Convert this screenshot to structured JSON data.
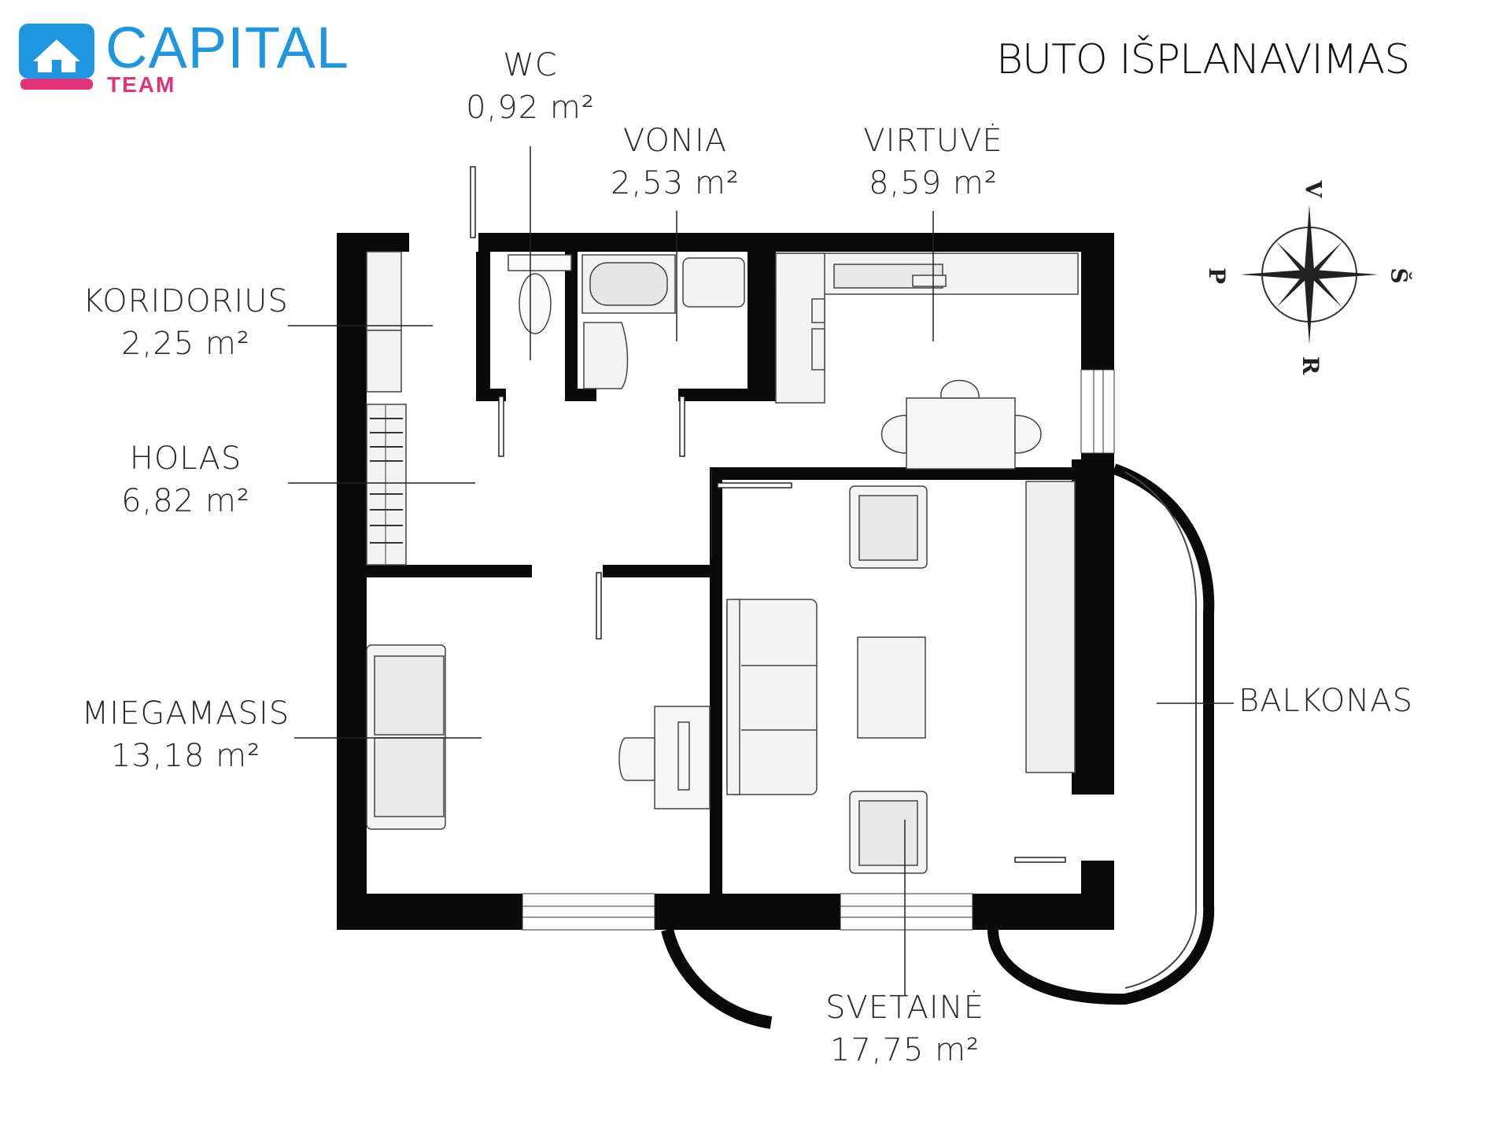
{
  "logo": {
    "name": "CAPITAL",
    "sub": "TEAM",
    "colors": {
      "blue": "#1e97e0",
      "pink": "#e2337a"
    }
  },
  "title": "BUTO IŠPLANAVIMAS",
  "rooms": {
    "wc": {
      "name": "WC",
      "area": "0,92 m²"
    },
    "vonia": {
      "name": "VONIA",
      "area": "2,53 m²"
    },
    "virtuve": {
      "name": "VIRTUVĖ",
      "area": "8,59 m²"
    },
    "koridorius": {
      "name": "KORIDORIUS",
      "area": "2,25 m²"
    },
    "holas": {
      "name": "HOLAS",
      "area": "6,82 m²"
    },
    "miegamasis": {
      "name": "MIEGAMASIS",
      "area": "13,18 m²"
    },
    "balkonas": {
      "name": "BALKONAS"
    },
    "svetaine": {
      "name": "SVETAINĖ",
      "area": "17,75 m²"
    }
  },
  "compass": {
    "north": "V",
    "south": "R",
    "east": "Š",
    "west": "P"
  },
  "icons": [
    "house-logo-icon",
    "compass-rose-icon"
  ]
}
